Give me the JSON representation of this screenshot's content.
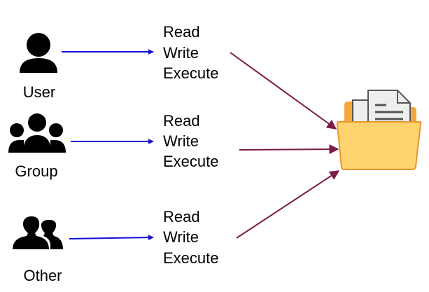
{
  "entities": [
    {
      "name": "User",
      "icon": "user-icon"
    },
    {
      "name": "Group",
      "icon": "group-icon"
    },
    {
      "name": "Other",
      "icon": "other-icon"
    }
  ],
  "permissions": [
    "Read",
    "Write",
    "Execute"
  ],
  "target": {
    "icon": "folder-icon"
  },
  "colors": {
    "entity_arrow": "#1010d8",
    "target_arrow": "#7a1a46",
    "icon": "#000000",
    "folder_front": "#ffd36e",
    "folder_back": "#f5a73b",
    "folder_edge": "#e8962e",
    "paper": "#eeeeee",
    "paper_lines": "#555555"
  }
}
